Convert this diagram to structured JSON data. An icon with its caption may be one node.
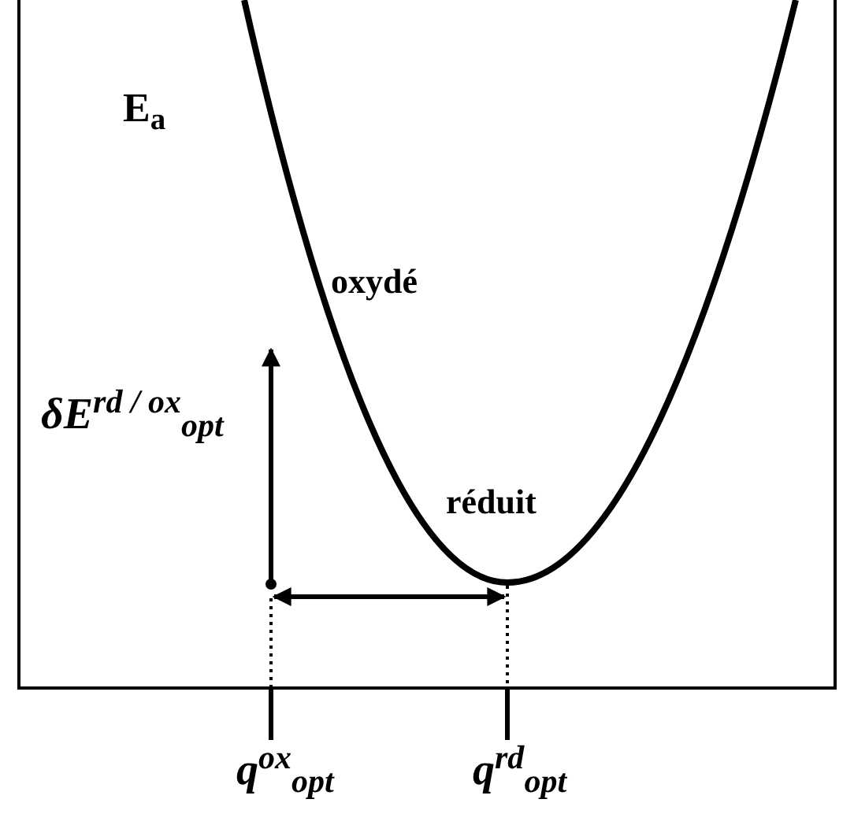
{
  "diagram": {
    "labels": [
      "E$_{a}$",
      "oxydé",
      "réduit",
      "δE$^{rd / ox}$$_{opt}$",
      "q$^{ox}$$_{opt}$",
      "q$^{rd}$$_{opt}$"
    ]
  }
}
